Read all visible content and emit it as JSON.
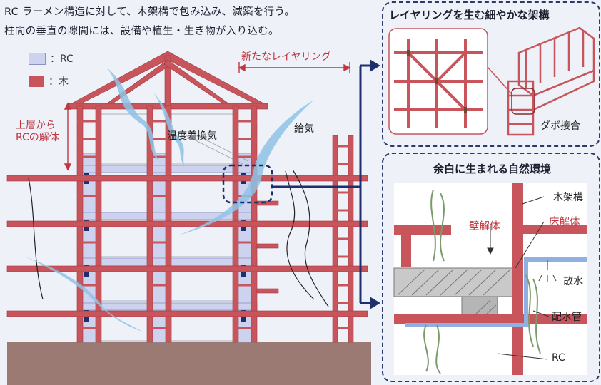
{
  "intro": {
    "line1": "RC ラーメン構造に対して、木架構で包み込み、減築を行う。",
    "line2": "柱間の垂直の隙間には、設備や植生・生き物が入り込む。"
  },
  "legend": {
    "rc_label": "：RC",
    "wood_label": "：木",
    "rc_color": "#cdd2ee",
    "wood_color": "#c8555c"
  },
  "section": {
    "new_layering": "新たなレイヤリング",
    "removal_line1": "上層から",
    "removal_line2": "RCの解体",
    "ventilation": "温度差換気",
    "air_supply": "給気"
  },
  "panel_top": {
    "title": "レイヤリングを生む細やかな架構",
    "joint_label": "ダボ接合"
  },
  "panel_bottom": {
    "title": "余白に生まれる自然環境",
    "wood_frame": "木架構",
    "floor_removal": "床解体",
    "wall_removal": "壁解体",
    "sprinkler": "散水",
    "water_pipe": "配水管",
    "rc": "RC"
  },
  "colors": {
    "wood": "#c8555c",
    "rc": "#cdd2ee",
    "navy": "#1f2f6e",
    "ground": "#9a7a72",
    "air": "#8fc3e6",
    "plant": "#7a9b6a"
  }
}
